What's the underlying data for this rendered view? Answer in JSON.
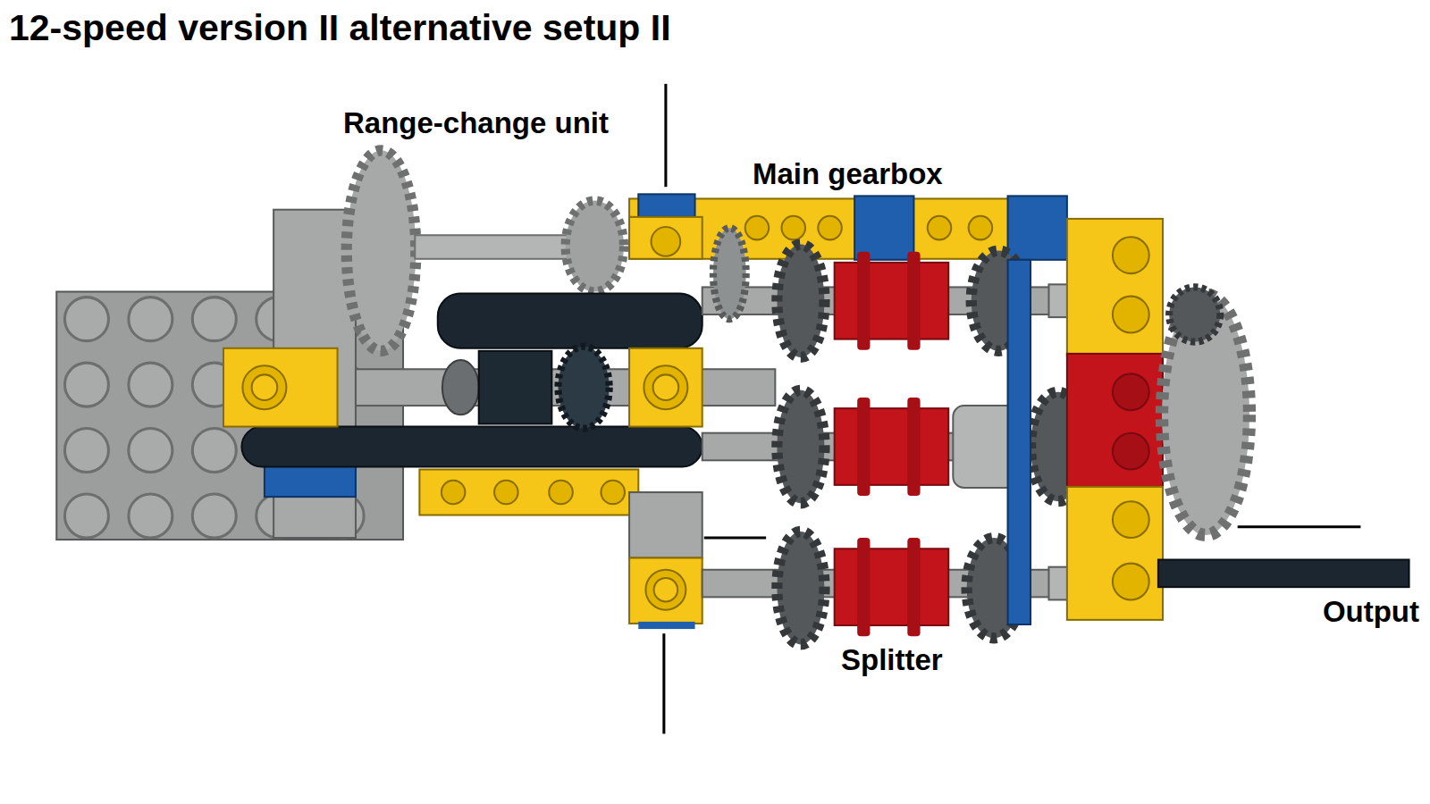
{
  "diagram": {
    "title": "12-speed version II alternative setup II",
    "labels": [
      "Range-change unit",
      "Main gearbox",
      "Splitter",
      "Output"
    ]
  }
}
